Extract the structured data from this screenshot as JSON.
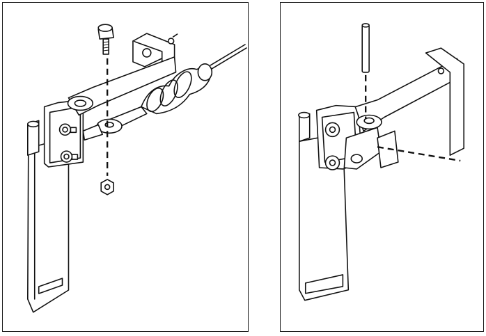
{
  "figure": {
    "panels": [
      {
        "id": "left",
        "content": "rudder-linkage-assembly-bolt-and-nut",
        "parts": [
          "bolt-icon",
          "nut-icon",
          "rudder-blade",
          "rudder-bracket",
          "linkage-arm",
          "rubber-boot",
          "push-pull-cable",
          "ball-joint"
        ]
      },
      {
        "id": "right",
        "content": "rudder-bracket-with-pivot-pin",
        "parts": [
          "pin-icon",
          "rudder-blade",
          "rudder-bracket",
          "linkage-arm",
          "mounting-bolts"
        ]
      }
    ],
    "colors": {
      "line": "#111111",
      "background": "#ffffff",
      "border": "#1a1a1a"
    }
  }
}
